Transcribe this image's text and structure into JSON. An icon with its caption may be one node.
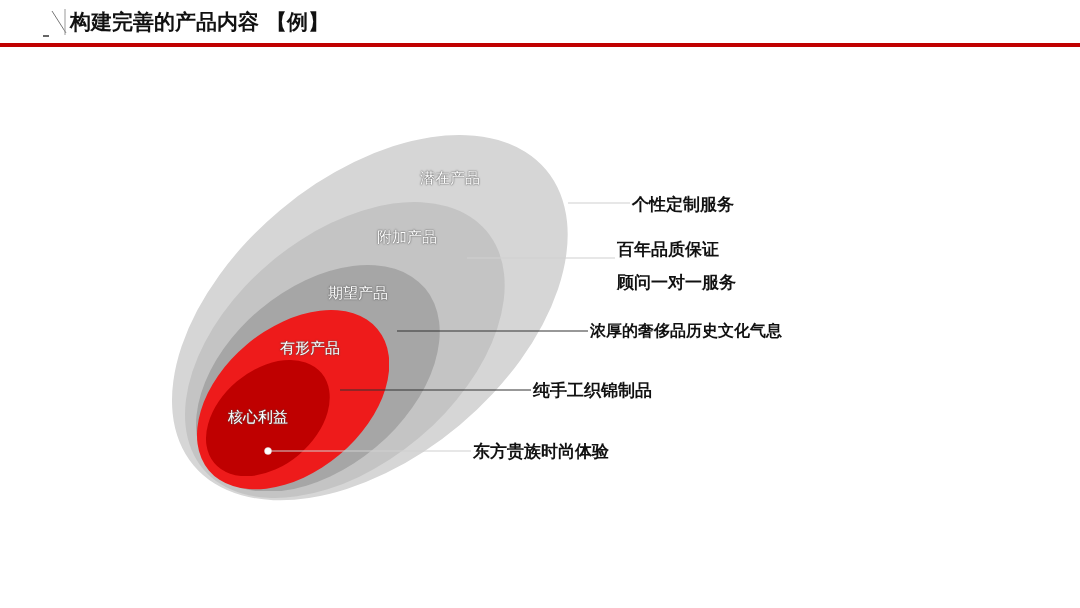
{
  "diagram": {
    "title": "构建完善的产品内容 【例】",
    "nodes": [
      {
        "text": [
          "潜在产品"
        ]
      },
      {
        "text": [
          "附加产品"
        ],
        "in": 0
      },
      {
        "text": [
          "期望产品"
        ],
        "in": 1
      },
      {
        "text": [
          "有形产品"
        ],
        "in": 2
      },
      {
        "text": [
          "核心利益"
        ],
        "in": 3
      },
      {
        "text": [
          "个性定制服务"
        ]
      },
      {
        "text": [
          "百年品质保证"
        ]
      },
      {
        "text": [
          "顾问一对一服务"
        ]
      },
      {
        "text": [
          "浓厚的奢侈品历史文化气息"
        ]
      },
      {
        "text": [
          "纯手工织锦制品"
        ]
      },
      {
        "text": [
          "东方贵族时尚体验"
        ]
      }
    ],
    "edges": [
      {
        "from": 5,
        "to": 0,
        "arrow": "none",
        "color": "#d0d0d0"
      },
      {
        "from": 6,
        "to": 1,
        "arrow": "none",
        "color": "#d0d0d0"
      },
      {
        "from": 7,
        "to": 1,
        "arrow": "none",
        "color": "#d0d0d0"
      },
      {
        "from": 8,
        "to": 2,
        "arrow": "none",
        "color": "#333333"
      },
      {
        "from": 9,
        "to": 3,
        "arrow": "none",
        "color": "#333333"
      },
      {
        "from": 10,
        "to": 4,
        "arrow": "other",
        "color": "#d0d0d0"
      }
    ]
  }
}
